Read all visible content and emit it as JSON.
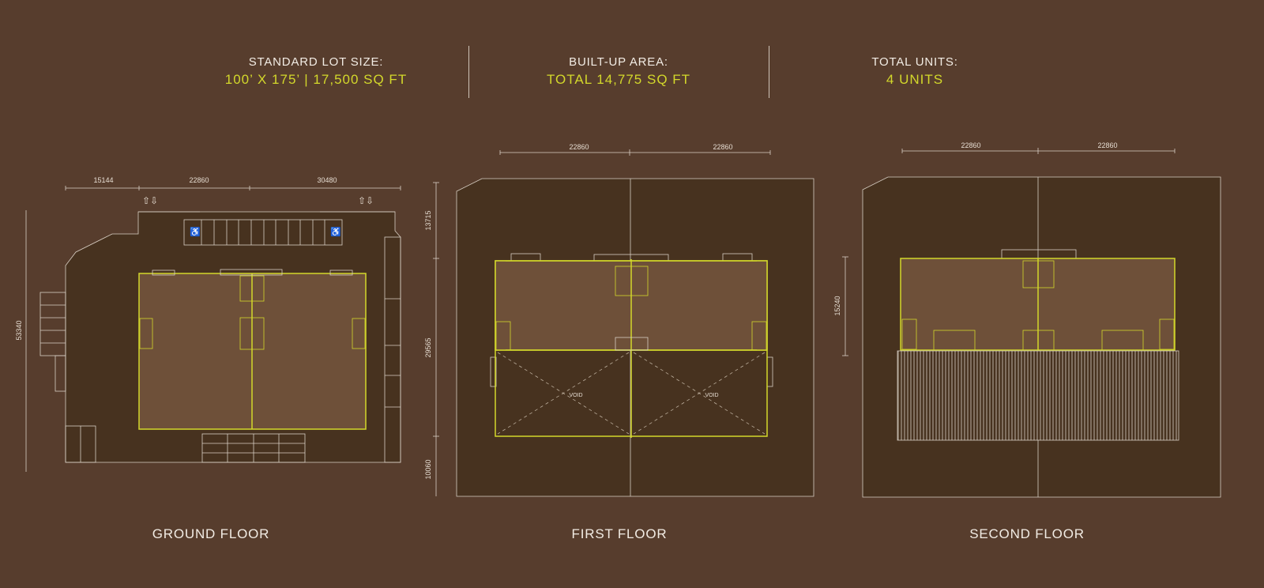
{
  "header": {
    "lot_size": {
      "label": "STANDARD LOT SIZE:",
      "value": "100’ X 175’ | 17,500 SQ FT"
    },
    "built_up": {
      "label": "BUILT-UP AREA:",
      "value": "TOTAL 14,775 SQ FT"
    },
    "units": {
      "label": "TOTAL UNITS:",
      "value": "4 UNITS"
    }
  },
  "floors": {
    "ground": {
      "title": "GROUND FLOOR",
      "dims_top": [
        "15144",
        "22860",
        "30480"
      ],
      "dim_side": "53340"
    },
    "first": {
      "title": "FIRST FLOOR",
      "dims_top": [
        "22860",
        "22860"
      ],
      "dims_side": [
        "13715",
        "29565",
        "10060"
      ],
      "void_labels": [
        "VOID",
        "VOID"
      ]
    },
    "second": {
      "title": "SECOND FLOOR",
      "dims_top": [
        "22860",
        "22860"
      ],
      "dim_side": "15240"
    }
  },
  "colors": {
    "background": "#573d2d",
    "plot": "#47321f",
    "floor": "#6e5039",
    "accent": "#d3d82b"
  }
}
